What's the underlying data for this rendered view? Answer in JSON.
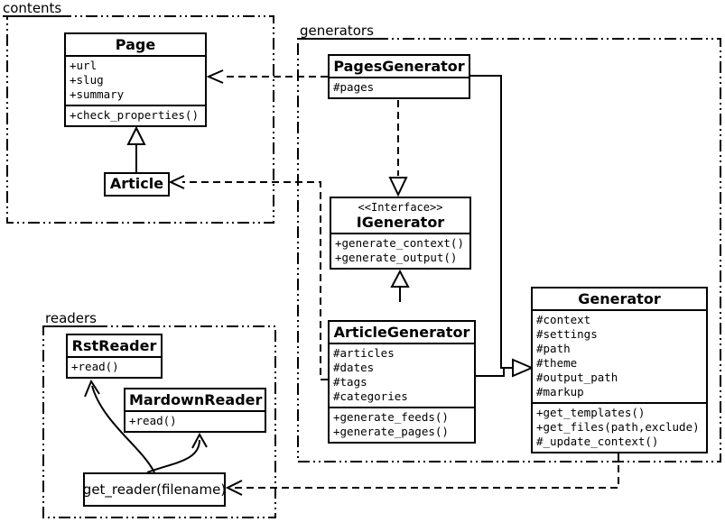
{
  "diagram": {
    "background": "#ffffff",
    "stroke": "#000000"
  },
  "packages": {
    "contents": {
      "label": "contents"
    },
    "generators": {
      "label": "generators"
    },
    "readers": {
      "label": "readers"
    }
  },
  "classes": {
    "page": {
      "title": "Page",
      "attributes": [
        "+url",
        "+slug",
        "+summary"
      ],
      "methods": [
        "+check_properties()"
      ]
    },
    "article": {
      "title": "Article"
    },
    "pages_generator": {
      "title": "PagesGenerator",
      "attributes": [
        "#pages"
      ]
    },
    "igenerator": {
      "stereotype": "<<Interface>>",
      "title": "IGenerator",
      "methods": [
        "+generate_context()",
        "+generate_output()"
      ]
    },
    "article_generator": {
      "title": "ArticleGenerator",
      "attributes": [
        "#articles",
        "#dates",
        "#tags",
        "#categories"
      ],
      "methods": [
        "+generate_feeds()",
        "+generate_pages()"
      ]
    },
    "generator": {
      "title": "Generator",
      "attributes": [
        "#context",
        "#settings",
        "#path",
        "#theme",
        "#output_path",
        "#markup"
      ],
      "methods": [
        "+get_templates()",
        "+get_files(path,exclude)",
        "#_update_context()"
      ]
    },
    "rst_reader": {
      "title": "RstReader",
      "methods": [
        "+read()"
      ]
    },
    "mardown_reader": {
      "title": "MardownReader",
      "methods": [
        "+read()"
      ]
    },
    "get_reader": {
      "title": "get_reader(filename)"
    }
  }
}
